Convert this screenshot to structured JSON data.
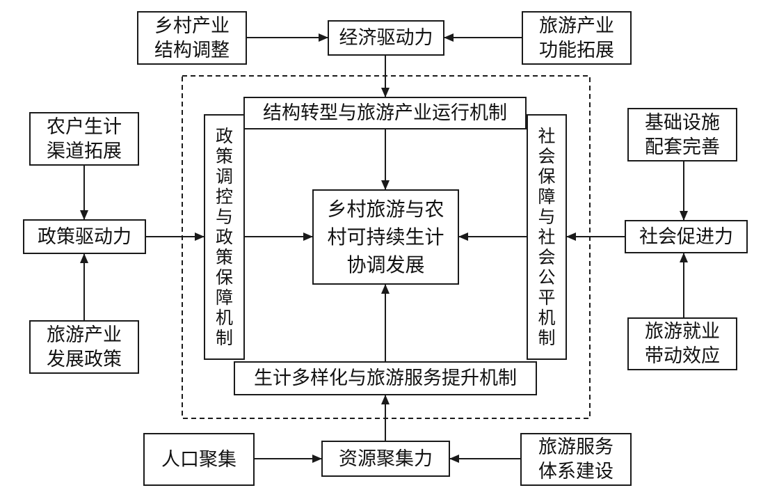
{
  "nodes": {
    "rural_industry_adjust": "乡村产业\n结构调整",
    "economic_driver": "经济驱动力",
    "tourism_function_expand": "旅游产业\n功能拓展",
    "farmer_livelihood_expand": "农户生计\n渠道拓展",
    "policy_driver": "政策驱动力",
    "tourism_dev_policy": "旅游产业\n发展政策",
    "infrastructure": "基础设施\n配套完善",
    "social_promotion": "社会促进力",
    "tourism_employment": "旅游就业\n带动效应",
    "population_gathering": "人口聚集",
    "resource_gathering": "资源聚集力",
    "tourism_service_system": "旅游服务\n体系建设",
    "structural_transformation": "结构转型与旅游产业运行机制",
    "policy_regulation": "政策调控与政策保障机制",
    "social_security": "社会保障与社会公平机制",
    "livelihood_diversification": "生计多样化与旅游服务提升机制",
    "core_goal": "乡村旅游与农\n村可持续生计\n协调发展"
  },
  "colors": {
    "line": "#1a1a1a",
    "text": "#111111",
    "background": "#ffffff"
  }
}
